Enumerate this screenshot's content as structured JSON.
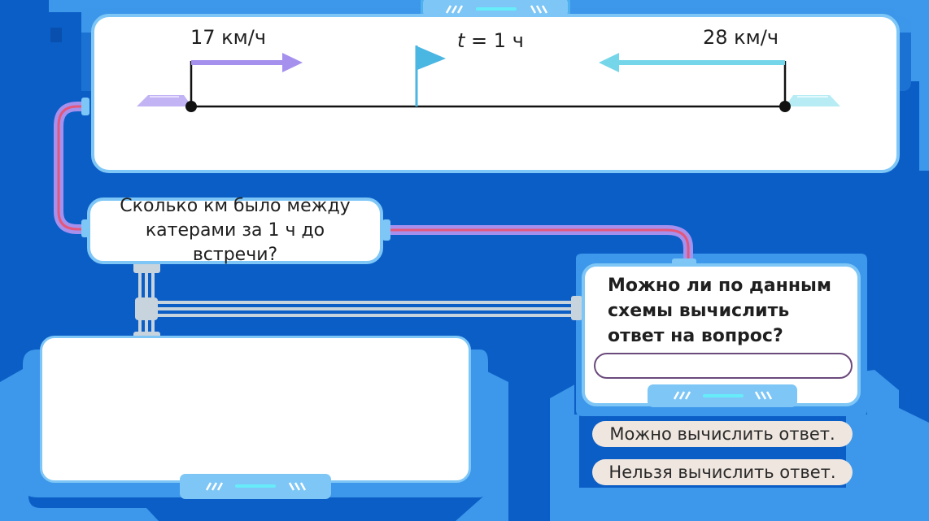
{
  "diagram": {
    "left_speed": "17 км/ч",
    "right_speed": "28 км/ч",
    "time_var": "t",
    "time_rest": " = 1 ч"
  },
  "question": {
    "text": "Сколько км было между катерами за 1 ч до встречи?"
  },
  "task": {
    "prompt": "Можно ли по данным схемы вычислить ответ на вопрос?",
    "answer_slot": ""
  },
  "options": [
    {
      "label": "Можно вычислить ответ."
    },
    {
      "label": "Нельзя вычислить ответ."
    }
  ],
  "colors": {
    "frame_dark": "#0b5ec6",
    "frame_light": "#3d97ea",
    "card_border": "#7dc6f6",
    "left_arrow": "#a690ee",
    "right_arrow": "#75d6ea",
    "flag": "#4ab6e2",
    "option_bg": "#efe6df",
    "slot_border": "#6b4a7d"
  },
  "icons": {
    "left_boat": "boat-icon",
    "right_boat": "boat-icon",
    "flag": "flag-icon",
    "deco": "slash-hatch-icon"
  }
}
